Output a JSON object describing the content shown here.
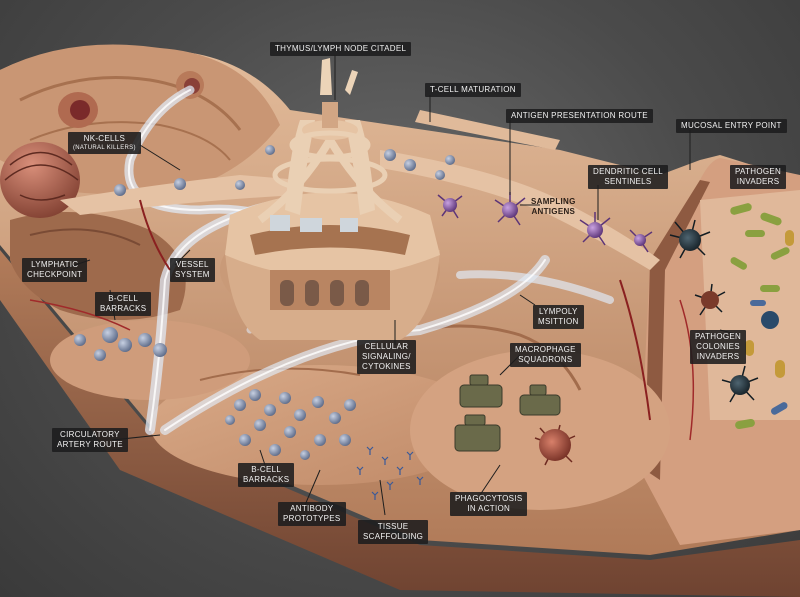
{
  "labels": {
    "thymus": "THYMUS/LYMPH NODE CITADEL",
    "tcell": "T-CELL MATURATION",
    "antigen_route": "ANTIGEN PRESENTATION ROUTE",
    "mucosal": "MUCOSAL ENTRY POINT",
    "nk_title": "NK-CELLS",
    "nk_sub": "(NATURAL KILLERS)",
    "sampling_1": "SAMPLING",
    "sampling_2": "ANTIGENS",
    "dendritic_1": "DENDRITIC CELL",
    "dendritic_2": "SENTINELS",
    "pathogen_inv_1": "PATHOGEN",
    "pathogen_inv_2": "INVADERS",
    "lymph_check_1": "LYMPHATIC",
    "lymph_check_2": "CHECKPOINT",
    "vessel_1": "VESSEL",
    "vessel_2": "SYSTEM",
    "bcell_top_1": "B-CELL",
    "bcell_top_2": "BARRACKS",
    "lympoly_1": "LYMPOLY",
    "lympoly_2": "MSITTION",
    "cellular_1": "CELLULAR",
    "cellular_2": "SIGNALING/",
    "cellular_3": "CYTOKINES",
    "macrophage_1": "MACROPHAGE",
    "macrophage_2": "SQUADRONS",
    "colonies_1": "PATHOGEN",
    "colonies_2": "COLONIES",
    "colonies_3": "INVADERS",
    "circ_1": "CIRCULATORY",
    "circ_2": "ARTERY ROUTE",
    "bcell_bot_1": "B-CELL",
    "bcell_bot_2": "BARRACKS",
    "antibody_1": "ANTIBODY",
    "antibody_2": "PROTOTYPES",
    "phago_1": "PHAGOCYTOSIS",
    "phago_2": "IN ACTION",
    "tissue_1": "TISSUE",
    "tissue_2": "SCAFFOLDING"
  },
  "colors": {
    "tissue_light": "#dcb08f",
    "tissue_mid": "#c48d6c",
    "tissue_dark": "#8e5a41",
    "tube": "#e6eef8",
    "lymphocyte": "#7c8aa8",
    "dendritic": "#8a5aa8",
    "pathogen_green": "#8aa040",
    "pathogen_dark": "#2a3a40",
    "macrophage": "#a04a3a",
    "background": "#4b4b4b"
  }
}
